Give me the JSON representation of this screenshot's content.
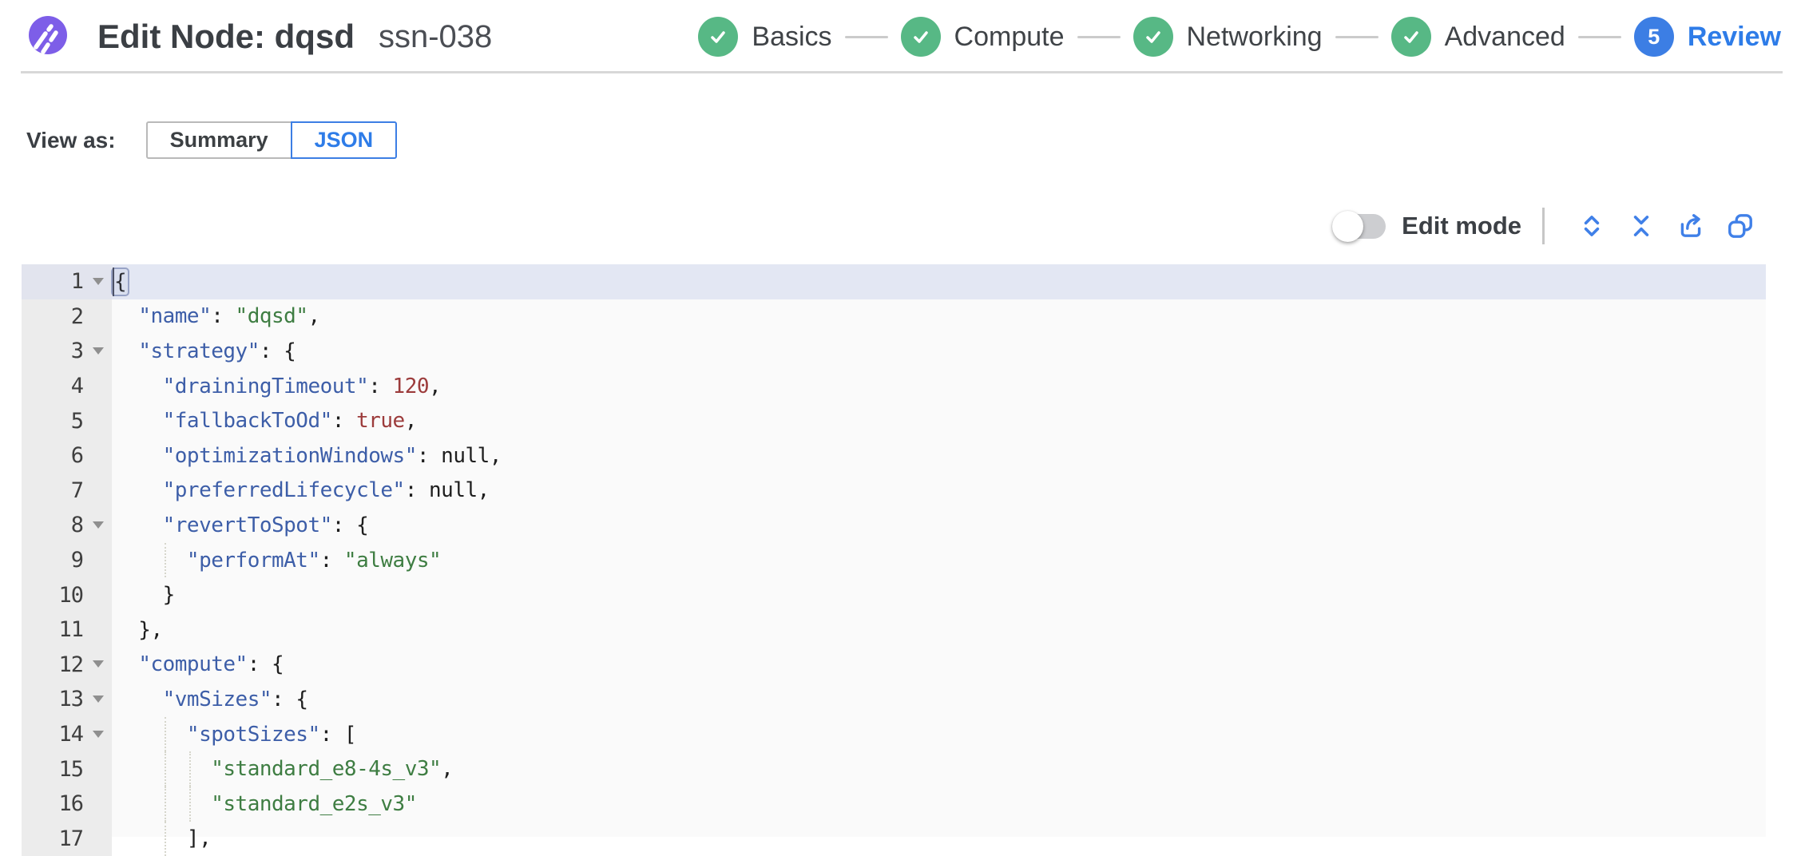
{
  "header": {
    "title": "Edit Node: dqsd",
    "subtitle": "ssn-038",
    "steps": [
      {
        "label": "Basics",
        "state": "done"
      },
      {
        "label": "Compute",
        "state": "done"
      },
      {
        "label": "Networking",
        "state": "done"
      },
      {
        "label": "Advanced",
        "state": "done"
      },
      {
        "label": "Review",
        "state": "current",
        "number": "5"
      }
    ]
  },
  "view_as": {
    "label": "View as:",
    "options": [
      {
        "label": "Summary",
        "selected": false
      },
      {
        "label": "JSON",
        "selected": true
      }
    ]
  },
  "toolbar": {
    "edit_mode_label": "Edit mode",
    "edit_mode_on": false,
    "icons": [
      "expand-all-icon",
      "collapse-all-icon",
      "export-icon",
      "copy-icon"
    ]
  },
  "colors": {
    "brand_purple": "#7d5ee8",
    "step_done_green": "#57b885",
    "step_current_blue": "#3c7ee4",
    "accent_blue": "#2e7ce8",
    "editor_bg": "#fafafa",
    "gutter_bg": "#ececec",
    "active_line_bg": "#e3e7f3",
    "json_key": "#3d5ea8",
    "json_string": "#3e7d42",
    "json_number": "#9c3b3b"
  },
  "editor": {
    "lines": [
      {
        "n": 1,
        "fold": true,
        "active": true,
        "tokens": [
          {
            "t": "punc",
            "v": "{",
            "box": true
          }
        ]
      },
      {
        "n": 2,
        "fold": false,
        "tokens": [
          {
            "t": "punc",
            "v": "  "
          },
          {
            "t": "key",
            "v": "\"name\""
          },
          {
            "t": "punc",
            "v": ": "
          },
          {
            "t": "str",
            "v": "\"dqsd\""
          },
          {
            "t": "punc",
            "v": ","
          }
        ]
      },
      {
        "n": 3,
        "fold": true,
        "tokens": [
          {
            "t": "punc",
            "v": "  "
          },
          {
            "t": "key",
            "v": "\"strategy\""
          },
          {
            "t": "punc",
            "v": ": {"
          }
        ]
      },
      {
        "n": 4,
        "fold": false,
        "tokens": [
          {
            "t": "punc",
            "v": "    "
          },
          {
            "t": "key",
            "v": "\"drainingTimeout\""
          },
          {
            "t": "punc",
            "v": ": "
          },
          {
            "t": "num",
            "v": "120"
          },
          {
            "t": "punc",
            "v": ","
          }
        ]
      },
      {
        "n": 5,
        "fold": false,
        "tokens": [
          {
            "t": "punc",
            "v": "    "
          },
          {
            "t": "key",
            "v": "\"fallbackToOd\""
          },
          {
            "t": "punc",
            "v": ": "
          },
          {
            "t": "bool",
            "v": "true"
          },
          {
            "t": "punc",
            "v": ","
          }
        ]
      },
      {
        "n": 6,
        "fold": false,
        "tokens": [
          {
            "t": "punc",
            "v": "    "
          },
          {
            "t": "key",
            "v": "\"optimizationWindows\""
          },
          {
            "t": "punc",
            "v": ": "
          },
          {
            "t": "null",
            "v": "null"
          },
          {
            "t": "punc",
            "v": ","
          }
        ]
      },
      {
        "n": 7,
        "fold": false,
        "tokens": [
          {
            "t": "punc",
            "v": "    "
          },
          {
            "t": "key",
            "v": "\"preferredLifecycle\""
          },
          {
            "t": "punc",
            "v": ": "
          },
          {
            "t": "null",
            "v": "null"
          },
          {
            "t": "punc",
            "v": ","
          }
        ]
      },
      {
        "n": 8,
        "fold": true,
        "tokens": [
          {
            "t": "punc",
            "v": "    "
          },
          {
            "t": "key",
            "v": "\"revertToSpot\""
          },
          {
            "t": "punc",
            "v": ": {"
          }
        ]
      },
      {
        "n": 9,
        "fold": false,
        "tokens": [
          {
            "t": "punc",
            "v": "      "
          },
          {
            "t": "key",
            "v": "\"performAt\""
          },
          {
            "t": "punc",
            "v": ": "
          },
          {
            "t": "str",
            "v": "\"always\""
          }
        ]
      },
      {
        "n": 10,
        "fold": false,
        "tokens": [
          {
            "t": "punc",
            "v": "    }"
          }
        ]
      },
      {
        "n": 11,
        "fold": false,
        "tokens": [
          {
            "t": "punc",
            "v": "  },"
          }
        ]
      },
      {
        "n": 12,
        "fold": true,
        "tokens": [
          {
            "t": "punc",
            "v": "  "
          },
          {
            "t": "key",
            "v": "\"compute\""
          },
          {
            "t": "punc",
            "v": ": {"
          }
        ]
      },
      {
        "n": 13,
        "fold": true,
        "tokens": [
          {
            "t": "punc",
            "v": "    "
          },
          {
            "t": "key",
            "v": "\"vmSizes\""
          },
          {
            "t": "punc",
            "v": ": {"
          }
        ]
      },
      {
        "n": 14,
        "fold": true,
        "tokens": [
          {
            "t": "punc",
            "v": "      "
          },
          {
            "t": "key",
            "v": "\"spotSizes\""
          },
          {
            "t": "punc",
            "v": ": ["
          }
        ]
      },
      {
        "n": 15,
        "fold": false,
        "tokens": [
          {
            "t": "punc",
            "v": "        "
          },
          {
            "t": "str",
            "v": "\"standard_e8-4s_v3\""
          },
          {
            "t": "punc",
            "v": ","
          }
        ]
      },
      {
        "n": 16,
        "fold": false,
        "tokens": [
          {
            "t": "punc",
            "v": "        "
          },
          {
            "t": "str",
            "v": "\"standard_e2s_v3\""
          }
        ]
      },
      {
        "n": 17,
        "fold": false,
        "tokens": [
          {
            "t": "punc",
            "v": "      ],"
          }
        ]
      }
    ]
  }
}
